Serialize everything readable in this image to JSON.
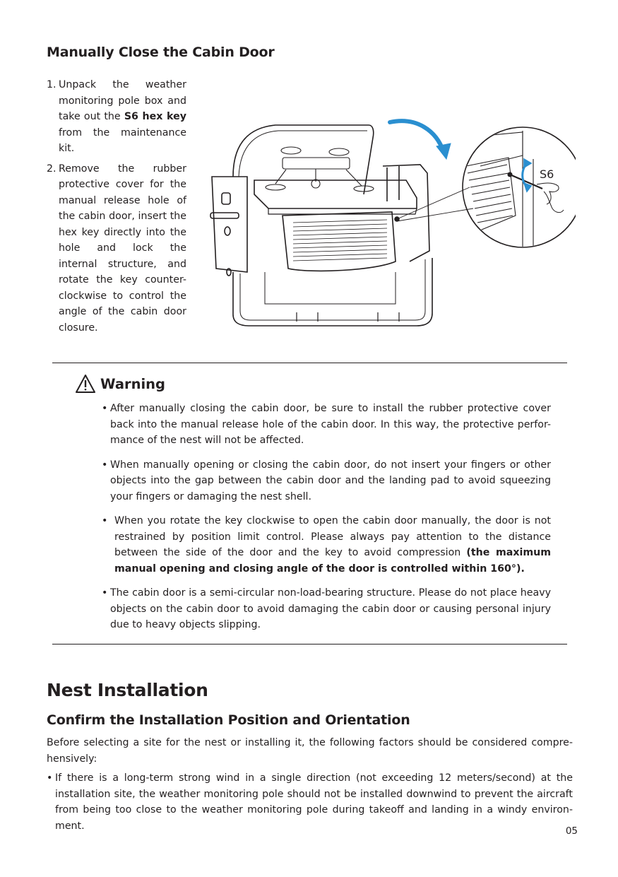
{
  "section1": {
    "title": "Manually Close the Cabin Door",
    "steps": [
      {
        "num": "1.",
        "text_before": "Unpack the weather monitoring pole box and take out the ",
        "bold": "S6 hex key",
        "text_after": " from the maintenance kit."
      },
      {
        "num": "2.",
        "text": "Remove the rubber protective cover for the manual release hole of the cabin door, insert the hex key directly into the hole and lock the internal structure, and rotate the key counter-clockwise to control the angle of the cabin door closure."
      }
    ],
    "figure": {
      "callout_label": "S6",
      "accent_color": "#2a8fd0"
    }
  },
  "warning": {
    "title": "Warning",
    "icon": "warning-triangle-icon",
    "items": [
      {
        "text": "After manually closing the cabin door, be sure to install the rubber protective cover back into the manual release hole of the cabin door. In this way, the protective perfor-mance of the nest will not be affected."
      },
      {
        "text": "When manually opening or closing the cabin door, do not insert your fingers or other objects into the gap between the cabin door and the landing pad to avoid squeezing your fingers or damaging the nest shell."
      },
      {
        "text": "When you rotate the key clockwise to open the cabin door manually, the door is not restrained by position limit control. Please always pay attention to the distance between the side of the door and the key to avoid compression ",
        "bold": "(the maximum manual opening and closing angle of the door is controlled within 160°)."
      },
      {
        "text": "The cabin door is a semi-circular non-load-bearing structure. Please do not place heavy objects on the cabin door to avoid damaging the cabin door or causing personal injury due to heavy objects slipping."
      }
    ]
  },
  "section2": {
    "title": "Nest Installation",
    "subtitle": "Confirm the Installation Position and Orientation",
    "intro": "Before selecting a site for the nest or installing it, the following factors should be considered compre-hensively:",
    "bullets": [
      "If there is a long-term strong wind in a single direction (not exceeding 12 meters/second) at the installation site, the weather monitoring pole should not be installed downwind to prevent the aircraft from being too close to the weather monitoring pole during takeoff and landing in a windy environ-ment."
    ]
  },
  "page_number": "05"
}
